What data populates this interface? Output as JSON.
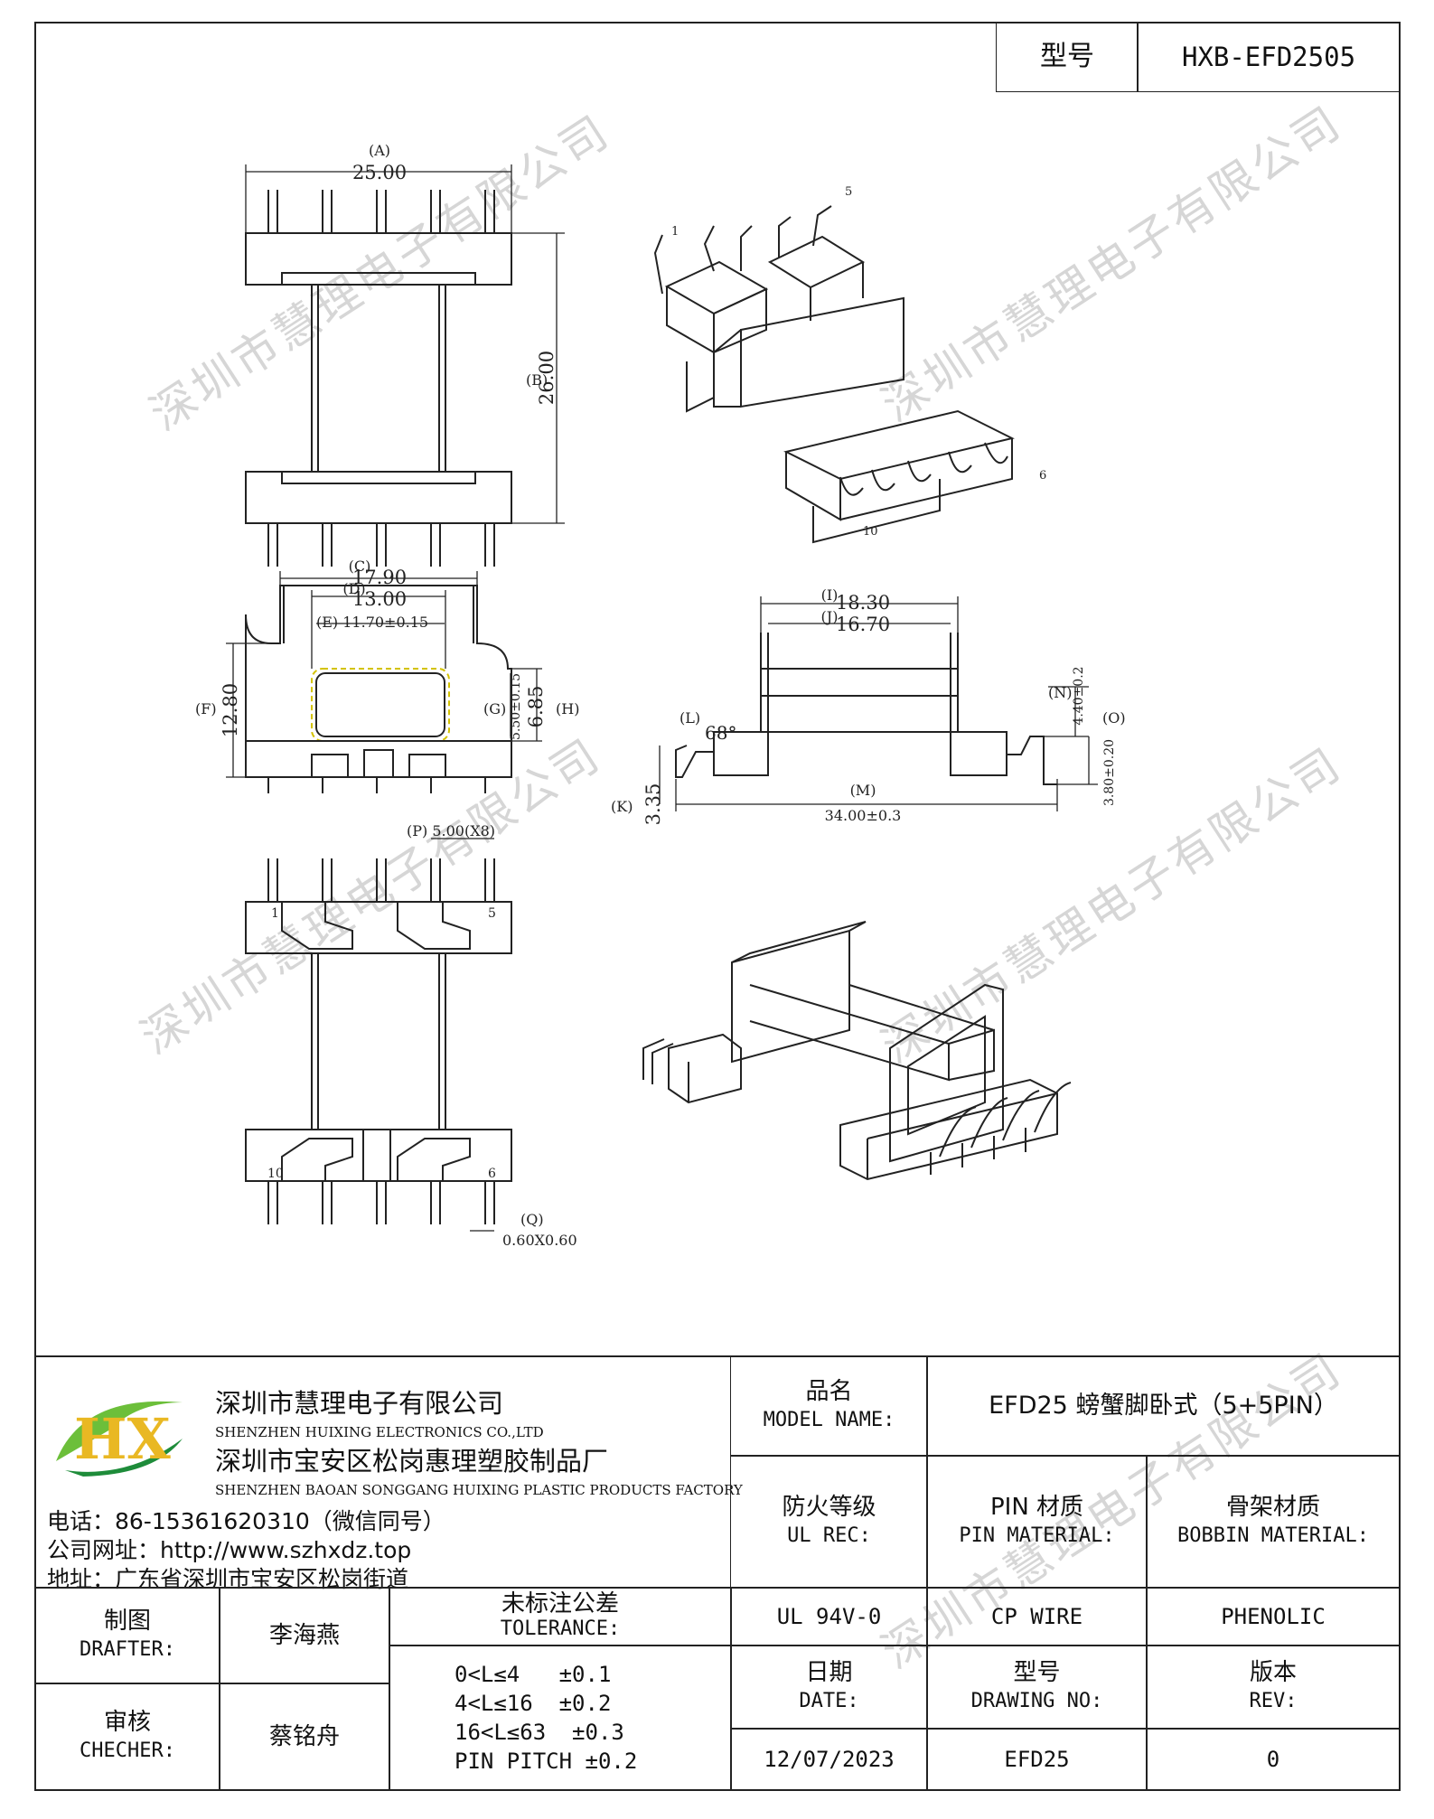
{
  "header": {
    "model_label": "型号",
    "model_value": "HXB-EFD2505"
  },
  "dims": {
    "A": "(A)",
    "A_val": "25.00",
    "B": "(B)",
    "B_val": "26.00",
    "C": "(C)",
    "C_val": "17.90",
    "D": "(D)",
    "D_val": "13.00",
    "E": "(E) 11.70±0.15",
    "F": "(F)",
    "F_val": "12.80",
    "G": "(G)",
    "G_val": "5.50±0.15",
    "H": "(H)",
    "H_val": "6.85",
    "I": "(I)",
    "I_val": "18.30",
    "J": "(J)",
    "J_val": "16.70",
    "L": "(L)",
    "L_val": "68°",
    "N": "(N)",
    "N_val": "4.40±0.2",
    "O": "(O)",
    "O_val": "3.80±0.20",
    "K": "(K)",
    "K_val": "3.35",
    "M": "(M)",
    "M_val": "34.00±0.3",
    "P": "(P) 5.00(X8)",
    "Q": "(Q)",
    "Q_val": "0.60X0.60"
  },
  "pins": {
    "p1": "1",
    "p5": "5",
    "p6": "6",
    "p10": "10"
  },
  "watermark": "深圳市慧理电子有限公司",
  "company": {
    "logo": "HX",
    "name_cn": "深圳市慧理电子有限公司",
    "name_en": "SHENZHEN HUIXING ELECTRONICS CO.,LTD",
    "factory_cn": "深圳市宝安区松岗惠理塑胶制品厂",
    "factory_en": "SHENZHEN BAOAN SONGGANG HUIXING PLASTIC PRODUCTS FACTORY",
    "phone": "电话：86-15361620310（微信同号）",
    "website": "公司网址：http://www.szhxdz.top",
    "address": "地址：广东省深圳市宝安区松岗街道"
  },
  "titleblock": {
    "model_name_cn": "品名",
    "model_name_en": "MODEL NAME:",
    "model_name_value": "EFD25 螃蟹脚卧式（5+5PIN）",
    "ul_cn": "防火等级",
    "ul_en": "UL REC:",
    "ul_value": "UL 94V-0",
    "pin_cn": "PIN 材质",
    "pin_en": "PIN MATERIAL:",
    "pin_value": "CP WIRE",
    "bobbin_cn": "骨架材质",
    "bobbin_en": "BOBBIN MATERIAL:",
    "bobbin_value": "PHENOLIC",
    "drafter_cn": "制图",
    "drafter_en": "DRAFTER:",
    "drafter_value": "李海燕",
    "checker_cn": "审核",
    "checker_en": "CHECHER:",
    "checker_value": "蔡铭舟",
    "tol_cn": "未标注公差",
    "tol_en": "TOLERANCE:",
    "tol_lines": [
      "0<L≤4   ±0.1",
      "4<L≤16  ±0.2",
      "16<L≤63  ±0.3",
      "PIN PITCH ±0.2"
    ],
    "date_cn": "日期",
    "date_en": "DATE:",
    "date_value": "12/07/2023",
    "dwg_cn": "型号",
    "dwg_en": "DRAWING NO:",
    "dwg_value": "EFD25",
    "rev_cn": "版本",
    "rev_en": "REV:",
    "rev_value": "0"
  }
}
